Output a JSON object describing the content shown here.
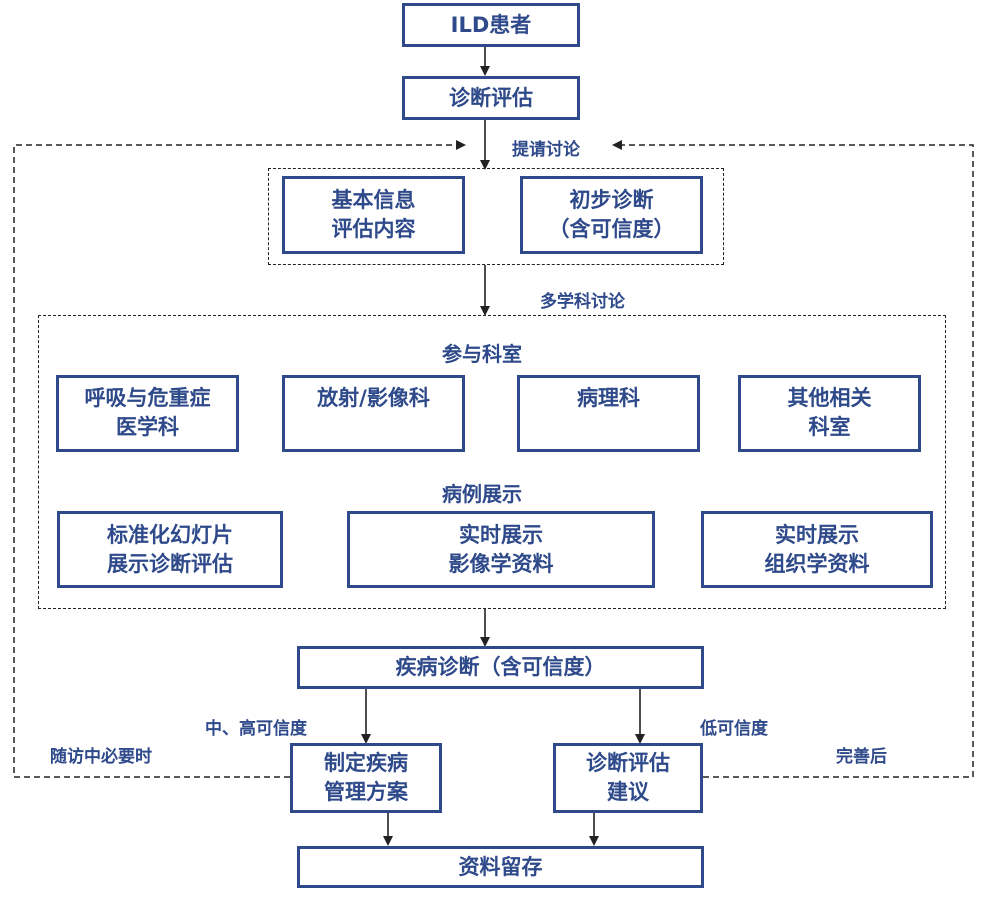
{
  "nodes": {
    "patient": "ILD患者",
    "assessment": "诊断评估",
    "basic_info": [
      "基本信息",
      "评估内容"
    ],
    "preliminary": [
      "初步诊断",
      "（含可信度）"
    ],
    "pulmonary": [
      "呼吸与危重症",
      "医学科"
    ],
    "radiology": [
      "放射/影像科"
    ],
    "pathology": [
      "病理科"
    ],
    "other_depts": [
      "其他相关",
      "科室"
    ],
    "slides": [
      "标准化幻灯片",
      "展示诊断评估"
    ],
    "live_imaging": [
      "实时展示",
      "影像学资料"
    ],
    "live_histology": [
      "实时展示",
      "组织学资料"
    ],
    "diagnosis": "疾病诊断（含可信度）",
    "management": [
      "制定疾病",
      "管理方案"
    ],
    "recommendation": [
      "诊断评估",
      "建议"
    ],
    "archive": "资料留存"
  },
  "sections": {
    "departments": "参与科室",
    "case_display": "病例展示"
  },
  "labels": {
    "propose_discussion": "提请讨论",
    "mdt_discussion": "多学科讨论",
    "medium_high": "中、高可信度",
    "low": "低可信度",
    "follow_up": "随访中必要时",
    "after_completion": "完善后"
  },
  "colors": {
    "box_border": "#2f4a8a",
    "text": "#2f4a8a",
    "line": "#222222"
  }
}
